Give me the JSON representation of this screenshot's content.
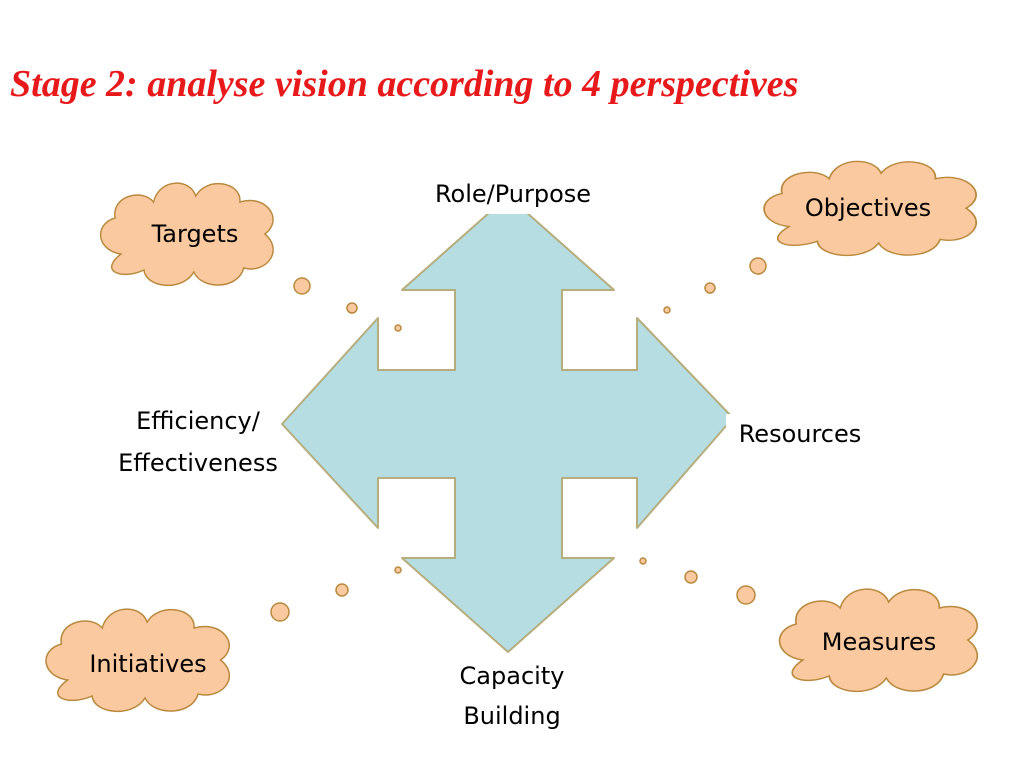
{
  "slide": {
    "title": "Stage 2: analyse vision according to 4 perspectives"
  },
  "perspectives": {
    "top": "Role/Purpose",
    "right": "Resources",
    "bottom_line1": "Capacity",
    "bottom_line2": "Building",
    "left_line1": "Efficiency/",
    "left_line2": "Effectiveness"
  },
  "clouds": {
    "top_left": "Targets",
    "top_right": "Objectives",
    "bottom_left": "Initiatives",
    "bottom_right": "Measures"
  },
  "colors": {
    "title": "#e8191b",
    "arrow_fill": "#b5dde2",
    "arrow_stroke": "#b6ad7d",
    "cloud_fill": "#fbc9a0",
    "cloud_stroke": "#b9893e"
  }
}
